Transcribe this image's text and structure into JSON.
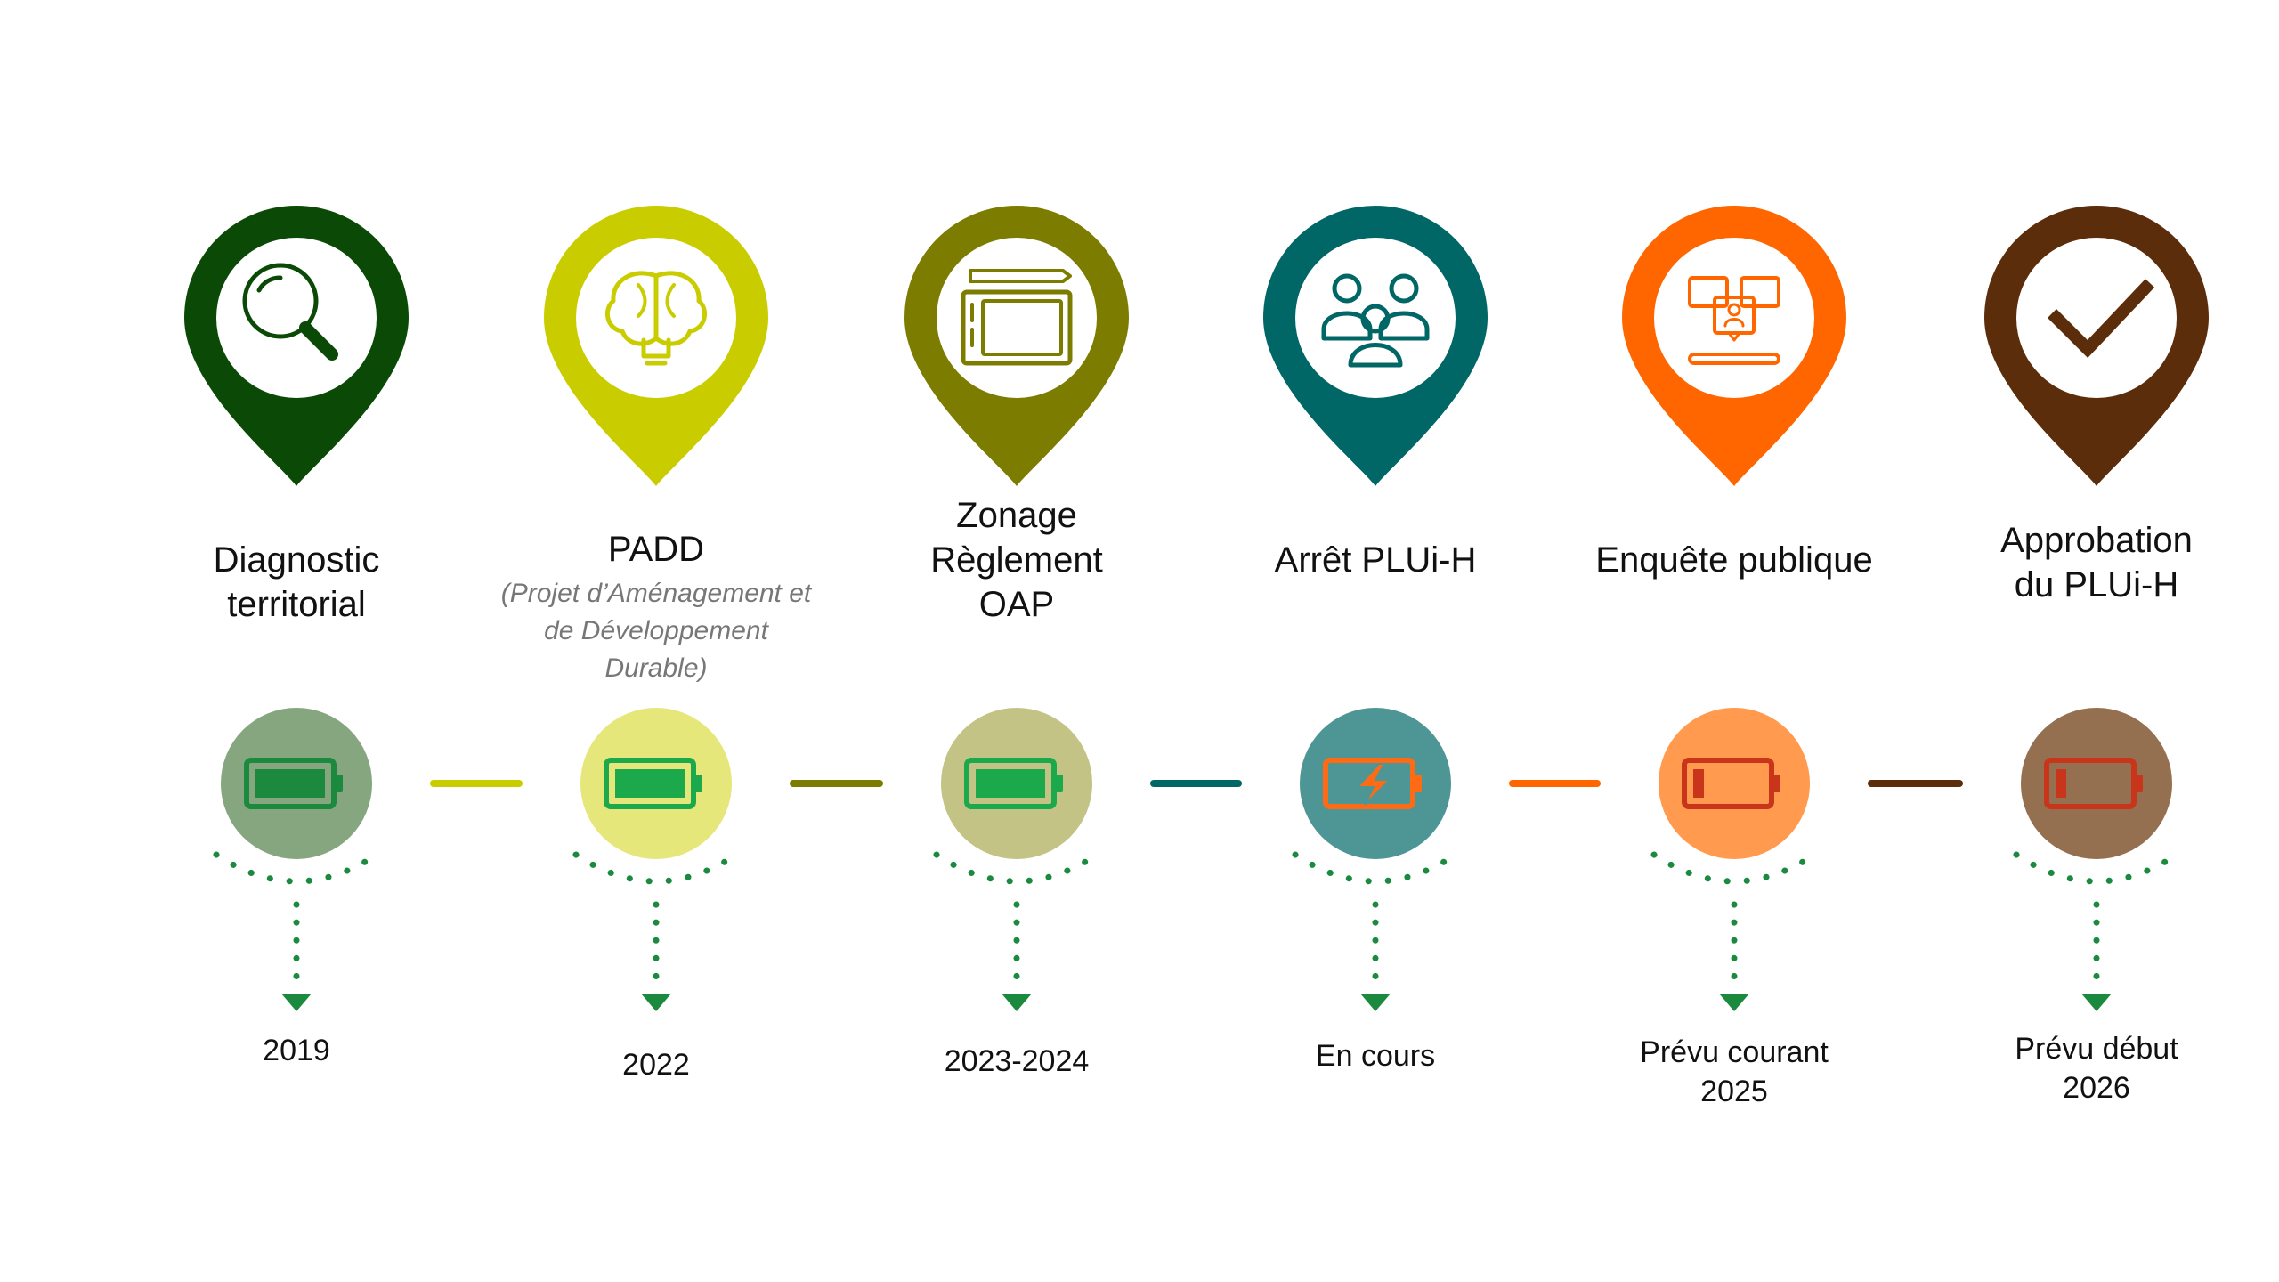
{
  "steps": [
    {
      "title_lines": [
        "Diagnostic",
        "territorial"
      ],
      "subtitle_lines": [],
      "date_lines": [
        "2019"
      ],
      "pin_color": "#0b4a06",
      "circle_color": "#86a67f",
      "battery_color": "#1b8a3f",
      "battery_level": "full",
      "icon": "magnifier-icon"
    },
    {
      "title_lines": [
        "PADD"
      ],
      "subtitle_lines": [
        "(Projet d’Aménagement et",
        "de Développement",
        "Durable)"
      ],
      "date_lines": [
        "2022"
      ],
      "pin_color": "#c9cd00",
      "circle_color": "#e6e77a",
      "battery_color": "#1ba94c",
      "battery_level": "full",
      "icon": "brain-icon"
    },
    {
      "title_lines": [
        "Zonage",
        "Règlement",
        "OAP"
      ],
      "subtitle_lines": [],
      "date_lines": [
        "2023-2024"
      ],
      "pin_color": "#7c7d00",
      "circle_color": "#c2c384",
      "battery_color": "#1ba94c",
      "battery_level": "full",
      "icon": "drawing-tablet-icon"
    },
    {
      "title_lines": [
        "Arrêt PLUi-H"
      ],
      "subtitle_lines": [],
      "date_lines": [
        "En cours"
      ],
      "pin_color": "#006666",
      "circle_color": "#4e9696",
      "battery_color": "#ff6a14",
      "battery_level": "charging",
      "icon": "team-icon"
    },
    {
      "title_lines": [
        "Enquête publique"
      ],
      "subtitle_lines": [],
      "date_lines": [
        "Prévu courant",
        "2025"
      ],
      "pin_color": "#ff6600",
      "circle_color": "#ff9a4e",
      "battery_color": "#c8351a",
      "battery_level": "low",
      "icon": "consultation-icon"
    },
    {
      "title_lines": [
        "Approbation",
        "du PLUi-H"
      ],
      "subtitle_lines": [],
      "date_lines": [
        "Prévu début",
        "2026"
      ],
      "pin_color": "#5c2d0a",
      "circle_color": "#946f50",
      "battery_color": "#c8351a",
      "battery_level": "low",
      "icon": "checkmark-icon"
    }
  ],
  "connector_colors": [
    "#c9cd00",
    "#7c7d00",
    "#006666",
    "#ff6600",
    "#5c2d0a"
  ],
  "dots_color": "#1b8a3f"
}
